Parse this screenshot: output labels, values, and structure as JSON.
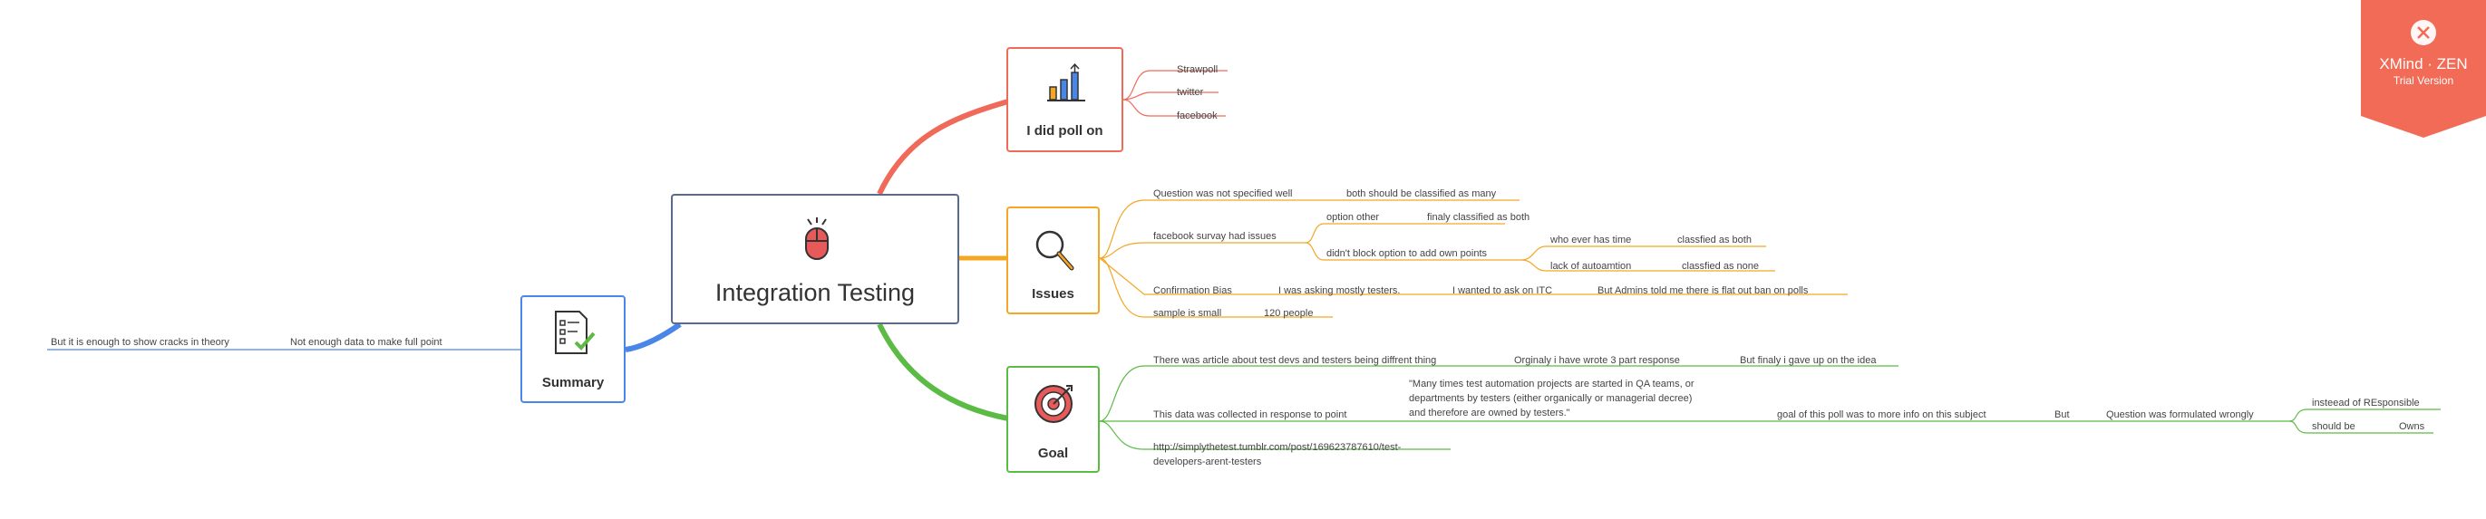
{
  "central_topic": {
    "label": "Integration Testing",
    "icon": "mouse-icon",
    "border": "#5b6a86"
  },
  "branches": {
    "poll": {
      "label": "I did poll on",
      "icon": "bar-chart-icon",
      "color": "#f06a5a",
      "items": [
        "Strawpoll",
        "twitter",
        "facebook"
      ]
    },
    "issues": {
      "label": "Issues",
      "icon": "magnifier-icon",
      "color": "#f5a623",
      "question": {
        "label": "Question was not specified well",
        "child": "both should be classified as many"
      },
      "facebook": {
        "label": "facebook survay had issues",
        "option_other": {
          "label": "option other",
          "child": "finaly classified as both"
        },
        "didnt_block": {
          "label": "didn't block option to add own points",
          "who": {
            "label": "who ever has time",
            "child": "classfied as both"
          },
          "lack": {
            "label": "lack of autoamtion",
            "child": "classfied as none"
          }
        }
      },
      "bias": {
        "label": "Confirmation Bias",
        "c1": "I was asking mostly testers.",
        "c2": "I wanted to ask on ITC",
        "c3": "But Admins told me there is flat out ban on polls"
      },
      "sample": {
        "label": "sample is small",
        "child": "120 people"
      }
    },
    "goal": {
      "label": "Goal",
      "icon": "target-icon",
      "color": "#5bbb45",
      "article": {
        "label": "There was article about test devs and testers being diffrent thing",
        "c1": "Orginaly i have wrote 3 part response",
        "c2": "But finaly i gave up on the idea"
      },
      "data": {
        "label": "This data was collected in response to point",
        "quote": [
          "\"Many times test automation projects are started in QA teams, or",
          "departments by testers (either organically or managerial decree)",
          "and therefore are owned by testers.\""
        ],
        "poll_goal": "goal of this poll was to more info on this subject",
        "but": "But",
        "formulated": "Question was formulated wrongly",
        "instead": {
          "label": "insteead of REsponsible"
        },
        "should": {
          "label": "should be",
          "child": "Owns"
        }
      },
      "link": [
        "http://simplythetest.tumblr.com/post/169623787610/test-",
        "developers-arent-testers"
      ]
    },
    "summary": {
      "label": "Summary",
      "icon": "checklist-icon",
      "color": "#4a86e8",
      "child": "Not enough data to make full point",
      "grandchild": "But it is enough to show cracks in theory"
    }
  },
  "badge": {
    "brand": "XMind · ZEN",
    "subtitle": "Trial Version",
    "icon": "close-icon",
    "color": "#f26b56"
  }
}
